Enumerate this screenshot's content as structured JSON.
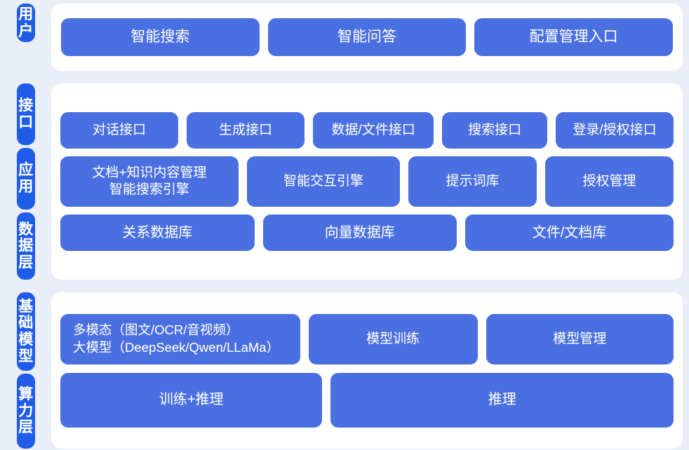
{
  "colors": {
    "page_background": "#e9eef7",
    "panel_background": "#ffffff",
    "tag_blue": "#1f5ce8",
    "card_blue": "#4a6fe0",
    "card_text": "#ffffff"
  },
  "groups": [
    {
      "id": "user-group",
      "tags": [
        {
          "label": "用户"
        }
      ],
      "rows": [
        {
          "id": "user-entry-row",
          "cards": [
            {
              "label": "智能搜索",
              "flex": 1
            },
            {
              "label": "智能问答",
              "flex": 1
            },
            {
              "label": "配置管理入口",
              "flex": 1
            }
          ]
        }
      ]
    },
    {
      "id": "platform-group",
      "tags": [
        {
          "label": "接口"
        },
        {
          "label": "应用"
        },
        {
          "label": "数据层"
        }
      ],
      "rows": [
        {
          "id": "interface-row",
          "cards": [
            {
              "label": "对话接口",
              "flex": 1.05
            },
            {
              "label": "生成接口",
              "flex": 1.05
            },
            {
              "label": "数据/文件接口",
              "flex": 1.08
            },
            {
              "label": "搜索接口",
              "flex": 0.92
            },
            {
              "label": "登录/授权接口",
              "flex": 1.05
            }
          ]
        },
        {
          "id": "application-row",
          "cards": [
            {
              "label": "文档+知识内容管理\n智能搜索引擎",
              "flex": 1.32
            },
            {
              "label": "智能交互引擎",
              "flex": 1.12
            },
            {
              "label": "提示词库",
              "flex": 0.92
            },
            {
              "label": "授权管理",
              "flex": 0.92
            }
          ]
        },
        {
          "id": "data-row",
          "cards": [
            {
              "label": "关系数据库",
              "flex": 1
            },
            {
              "label": "向量数据库",
              "flex": 1
            },
            {
              "label": "文件/文档库",
              "flex": 1.08
            }
          ]
        }
      ]
    },
    {
      "id": "infrastructure-group",
      "tags": [
        {
          "label": "基础模型"
        },
        {
          "label": "算力层"
        }
      ],
      "rows": [
        {
          "id": "model-row",
          "cards": [
            {
              "label": "多模态（图文/OCR/音视频）\n大模型（DeepSeek/Qwen/LLaMa）",
              "flex": 1.42,
              "align": "left"
            },
            {
              "label": "模型训练",
              "flex": 1.0
            },
            {
              "label": "模型管理",
              "flex": 1.12
            }
          ]
        },
        {
          "id": "compute-row",
          "cards": [
            {
              "label": "训练+推理",
              "flex": 0.86
            },
            {
              "label": "推理",
              "flex": 1.14
            }
          ]
        }
      ]
    }
  ]
}
